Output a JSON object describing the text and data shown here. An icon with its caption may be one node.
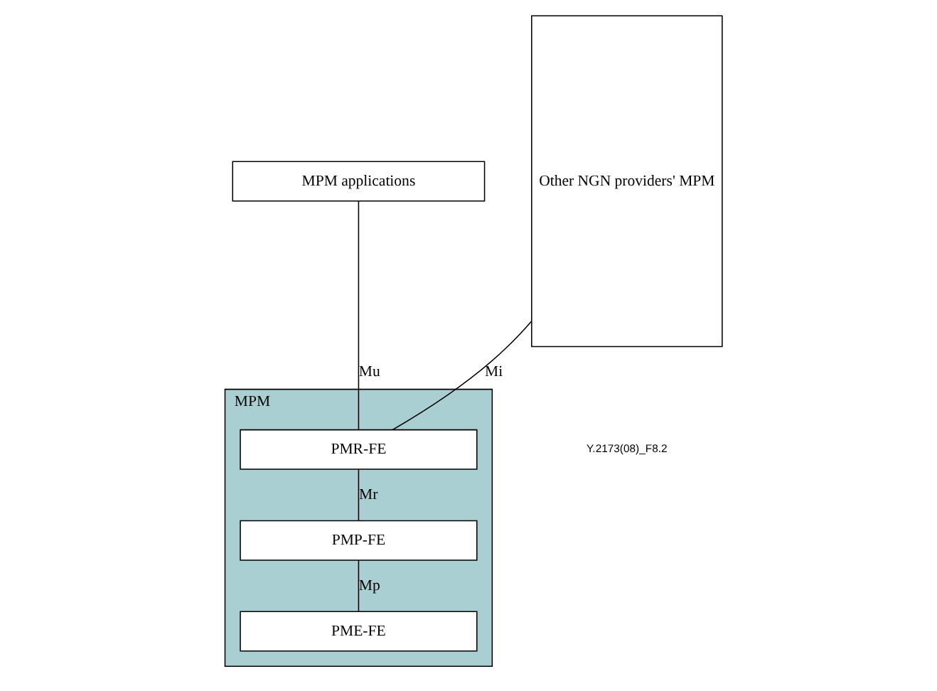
{
  "diagram": {
    "nodes": [
      {
        "text": [
          "MPM applications"
        ]
      },
      {
        "text": [
          "MPM"
        ]
      },
      {
        "text": [
          "PMR-FE"
        ],
        "in": 1
      },
      {
        "text": [
          "PMP-FE"
        ],
        "in": 1
      },
      {
        "text": [
          "PME-FE"
        ],
        "in": 1
      },
      {
        "text": [
          "Other NGN providers' MPM"
        ]
      }
    ],
    "edges": [
      {
        "from": 0,
        "to": 2,
        "arrow": "none",
        "label": "Mu"
      },
      {
        "from": 2,
        "to": 3,
        "arrow": "none",
        "label": "Mr"
      },
      {
        "from": 3,
        "to": 4,
        "arrow": "none",
        "label": "Mp"
      },
      {
        "from": 2,
        "to": 5,
        "arrow": "none",
        "label": "Mi"
      }
    ],
    "labels": [
      "Y.2173(08)_F8.2"
    ]
  }
}
